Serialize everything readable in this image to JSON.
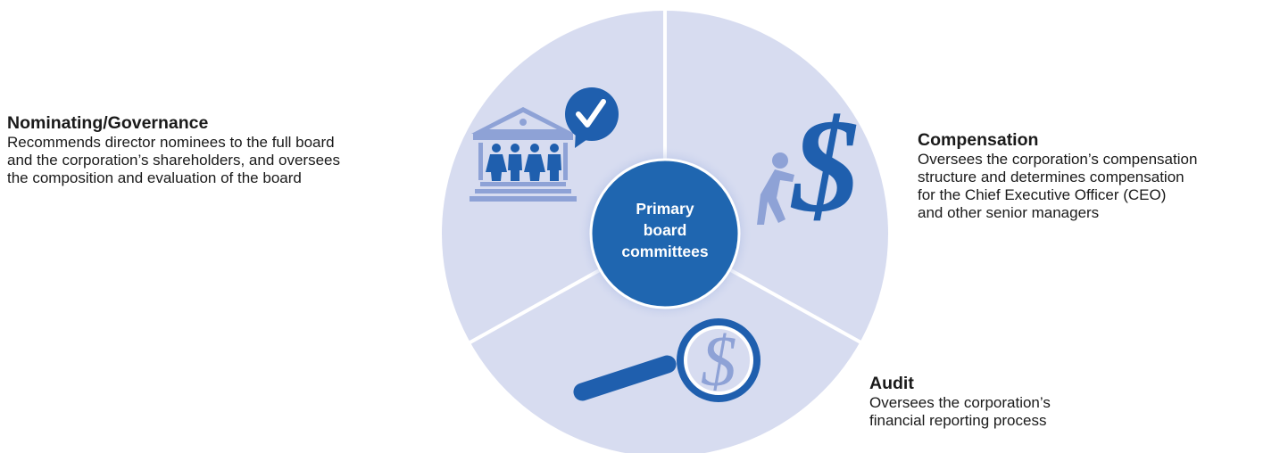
{
  "hub": {
    "label": "Primary\nboard\ncommittees"
  },
  "segments": [
    {
      "title": "Nominating/Governance",
      "description": "Recommends director nominees to the full board\nand the corporation’s shareholders, and oversees\nthe composition and evaluation of the board",
      "icon": "courthouse-people-checkmark-icon"
    },
    {
      "title": "Compensation",
      "description": "Oversees the corporation’s compensation\nstructure and determines compensation\nfor the Chief Executive Officer (CEO)\nand other senior managers",
      "icon": "person-pushing-dollar-icon"
    },
    {
      "title": "Audit",
      "description": "Oversees the corporation’s\nfinancial reporting process",
      "icon": "magnifying-glass-dollar-icon"
    }
  ],
  "colors": {
    "disc": "#d7dcf0",
    "divider": "#ffffff",
    "hub": "#1f66b0",
    "hub_glow": "#8fa6dc",
    "icon_dark": "#1f5fae",
    "icon_light": "#8ea2d6"
  }
}
